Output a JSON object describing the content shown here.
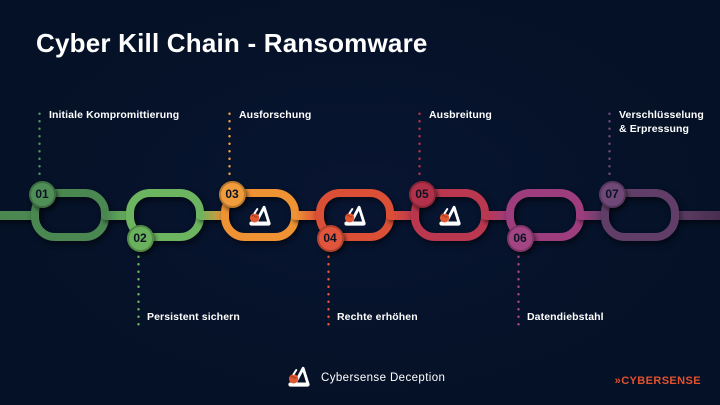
{
  "title": "Cyber Kill Chain - Ransomware",
  "background_color": "#051126",
  "stages": [
    {
      "num": "01",
      "label": "Initiale Kompromittierung",
      "color": "#4a8751",
      "badge_color": "#4f8f57",
      "side": "top",
      "trap_icon": false
    },
    {
      "num": "02",
      "label": "Persistent sichern",
      "color": "#6cb45f",
      "badge_color": "#69b15c",
      "side": "bottom",
      "trap_icon": false
    },
    {
      "num": "03",
      "label": "Ausforschung",
      "color": "#ee9233",
      "badge_color": "#f09c3c",
      "side": "top",
      "trap_icon": true
    },
    {
      "num": "04",
      "label": "Rechte erhöhen",
      "color": "#dc4f37",
      "badge_color": "#e0553c",
      "side": "bottom",
      "trap_icon": true
    },
    {
      "num": "05",
      "label": "Ausbreitung",
      "color": "#ba3750",
      "badge_color": "#b2314a",
      "side": "top",
      "trap_icon": true
    },
    {
      "num": "06",
      "label": "Datendiebstahl",
      "color": "#9d3d7d",
      "badge_color": "#a34583",
      "side": "bottom",
      "trap_icon": false
    },
    {
      "num": "07",
      "label": "Verschlüsselung\n& Erpressung",
      "color": "#613e68",
      "badge_color": "#6f4878",
      "side": "top",
      "trap_icon": false
    }
  ],
  "trap_icon_colors": {
    "body": "#ffffff",
    "bait": "#e0562f",
    "bait_detail": "#9e3a1e"
  },
  "footer": {
    "brand_text": "Cybersense Deception",
    "logo_text": "»CYBERSENSE",
    "logo_color": "#e4512e"
  }
}
